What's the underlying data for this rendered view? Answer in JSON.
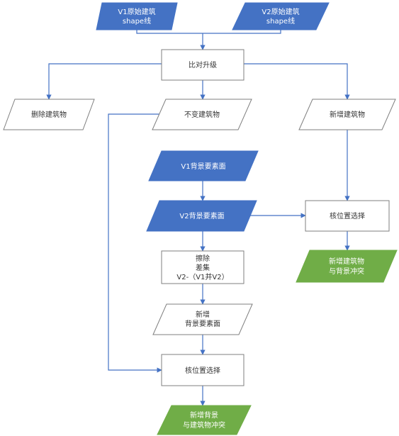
{
  "colors": {
    "blue_fill": "#4472c4",
    "green_fill": "#70ad47",
    "white_fill": "#ffffff",
    "stroke": "#4472c4",
    "white_stroke": "#7f7f7f",
    "text_dark": "#333333",
    "text_light": "#ffffff"
  },
  "nodes": {
    "v1_shape": {
      "line1": "V1原始建筑",
      "line2": "shape线"
    },
    "v2_shape": {
      "line1": "V2原始建筑",
      "line2": "shape线"
    },
    "compare_upgrade": {
      "line1": "比对升级"
    },
    "deleted_buildings": {
      "line1": "删除建筑物"
    },
    "unchanged_buildings": {
      "line1": "不变建筑物"
    },
    "new_buildings": {
      "line1": "新增建筑物"
    },
    "v1_background": {
      "line1": "V1背景要素面"
    },
    "v2_background": {
      "line1": "V2背景要素面"
    },
    "erase_difference": {
      "line1": "擦除",
      "line2": "差集",
      "line3": "V2-（V1并V2）"
    },
    "new_background": {
      "line1": "新增",
      "line2": "背景要素面"
    },
    "position_check_bg": {
      "line1": "核位置选择"
    },
    "position_check_bldg": {
      "line1": "核位置选择"
    },
    "new_bg_conflict": {
      "line1": "新增背景",
      "line2": "与建筑物冲突"
    },
    "new_bldg_conflict": {
      "line1": "新增建筑物",
      "line2": "与背景冲突"
    }
  }
}
